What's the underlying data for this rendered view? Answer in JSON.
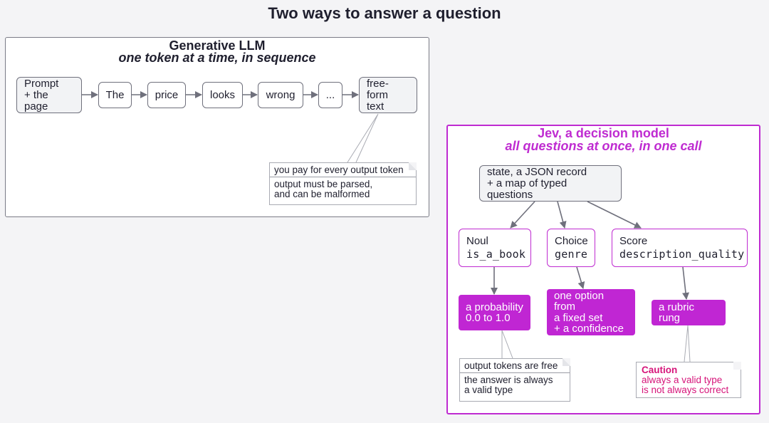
{
  "title": "Two ways to answer a question",
  "generative": {
    "title": "Generative LLM",
    "subtitle": "one token at a time, in sequence",
    "prompt": [
      "Prompt",
      "+ the page"
    ],
    "tokens": [
      "The",
      "price",
      "looks",
      "wrong",
      "..."
    ],
    "output": [
      "free-form",
      "text"
    ],
    "note": {
      "head": "you pay for every output token",
      "body": [
        "output must be parsed,",
        "and can be malformed"
      ]
    }
  },
  "jev": {
    "title": "Jev, a decision model",
    "subtitle": "all questions at once, in one call",
    "state": [
      "state, a JSON record",
      "+ a map of typed questions"
    ],
    "questions": [
      {
        "type": "Noul",
        "name": "is_a_book"
      },
      {
        "type": "Choice",
        "name": "genre"
      },
      {
        "type": "Score",
        "name": "description_quality"
      }
    ],
    "answers": [
      [
        "a probability",
        "0.0 to 1.0"
      ],
      [
        "one option from",
        "a fixed set",
        "+ a confidence"
      ],
      [
        "a rubric rung"
      ]
    ],
    "note": {
      "head": "output tokens are free",
      "body": [
        "the answer is always",
        "a valid type"
      ]
    },
    "caution": {
      "title": "Caution",
      "body": [
        "always a valid type",
        "is not always correct"
      ]
    }
  },
  "colors": {
    "accent": "#bf2bd1",
    "answer_fill": "#c026d3",
    "caution": "#d6157a",
    "edge": "#6f707c"
  }
}
